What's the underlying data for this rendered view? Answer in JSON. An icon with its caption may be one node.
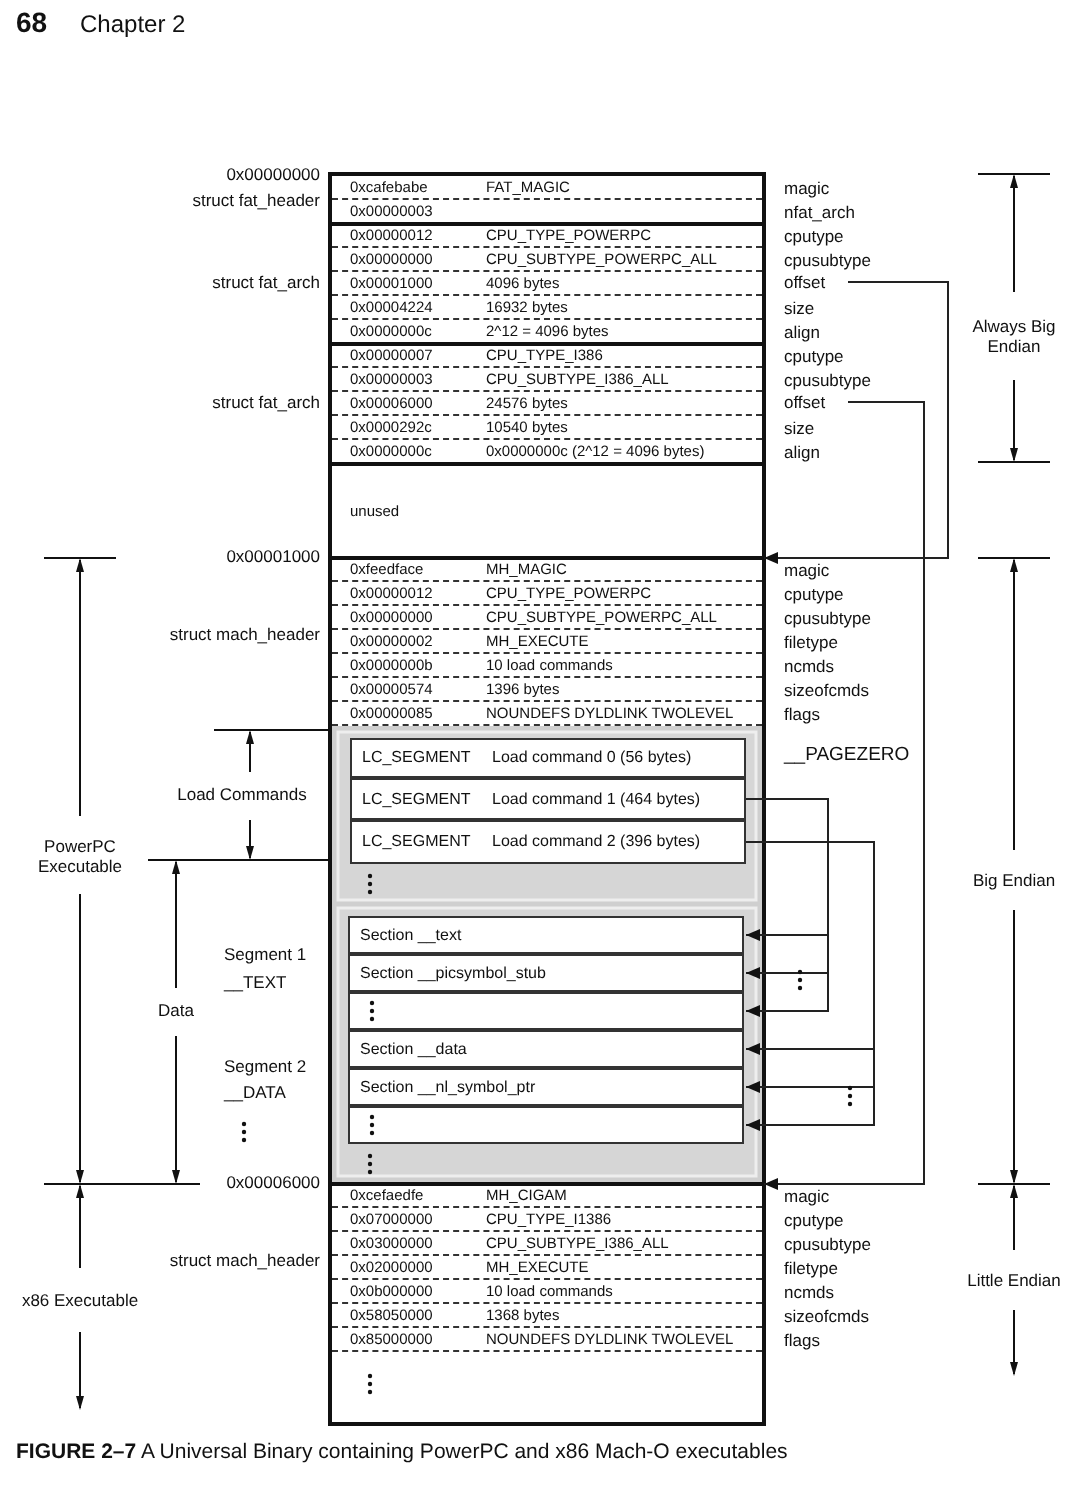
{
  "diagram": {
    "caption": "**FIGURE 2–7** A Universal Binary containing PowerPC and x86 Mach-O executables",
    "nodes": [
      {
        "text": [
          "0xcafebabe",
          "FAT_MAGIC"
        ]
      },
      {
        "text": [
          "0x00000003"
        ]
      },
      {
        "text": [
          "0x00000012",
          "CPU_TYPE_POWERPC"
        ]
      },
      {
        "text": [
          "0x00000000",
          "CPU_SUBTYPE_POWERPC_ALL"
        ]
      },
      {
        "text": [
          "0x00001000",
          "4096 bytes"
        ]
      },
      {
        "text": [
          "0x00004224",
          "16932 bytes"
        ]
      },
      {
        "text": [
          "0x0000000c",
          "2^12 = 4096 bytes"
        ]
      },
      {
        "text": [
          "0x00000007",
          "CPU_TYPE_I386"
        ]
      },
      {
        "text": [
          "0x00000003",
          "CPU_SUBTYPE_I386_ALL"
        ]
      },
      {
        "text": [
          "0x00006000",
          "24576 bytes"
        ]
      },
      {
        "text": [
          "0x0000292c",
          "10540 bytes"
        ]
      },
      {
        "text": [
          "0x0000000c",
          "0x0000000c (2^12 = 4096 bytes)"
        ]
      },
      {
        "text": [
          "unused"
        ]
      },
      {
        "text": [
          "0xfeedface",
          "MH_MAGIC"
        ]
      },
      {
        "text": [
          "0x00000012",
          "CPU_TYPE_POWERPC"
        ]
      },
      {
        "text": [
          "0x00000000",
          "CPU_SUBTYPE_POWERPC_ALL"
        ]
      },
      {
        "text": [
          "0x00000002",
          "MH_EXECUTE"
        ]
      },
      {
        "text": [
          "0x0000000b",
          "10 load commands"
        ]
      },
      {
        "text": [
          "0x00000574",
          "1396 bytes"
        ]
      },
      {
        "text": [
          "0x00000085",
          "NOUNDEFS DYLDLINK TWOLEVEL"
        ]
      },
      {
        "text": [
          "LC_SEGMENT",
          "Load command 0 (56 bytes)"
        ],
        "beside": [
          "__PAGEZERO"
        ]
      },
      {
        "text": [
          "LC_SEGMENT",
          "Load command 1 (464 bytes)"
        ]
      },
      {
        "text": [
          "LC_SEGMENT",
          "Load command 2 (396 bytes)"
        ]
      },
      {
        "text": [
          "Section __text"
        ]
      },
      {
        "text": [
          "Section __picsymbol_stub"
        ]
      },
      {
        "text": [],
        "shape": "box"
      },
      {
        "text": [
          "Section __data"
        ]
      },
      {
        "text": [
          "Section __nl_symbol_ptr"
        ]
      },
      {
        "text": [],
        "shape": "box"
      },
      {
        "text": [
          "0xcefaedfe",
          "MH_CIGAM"
        ]
      },
      {
        "text": [
          "0x07000000",
          "CPU_TYPE_I1386"
        ]
      },
      {
        "text": [
          "0x03000000",
          "CPU_SUBTYPE_I386_ALL"
        ]
      },
      {
        "text": [
          "0x02000000",
          "MH_EXECUTE"
        ]
      },
      {
        "text": [
          "0x0b000000",
          "10 load commands"
        ]
      },
      {
        "text": [
          "0x58050000",
          "1368 bytes"
        ]
      },
      {
        "text": [
          "0x85000000",
          "NOUNDEFS DYLDLINK TWOLEVEL"
        ]
      },
      {
        "text": [
          "offset"
        ]
      },
      {
        "text": [
          "offset"
        ]
      }
    ],
    "edges": [
      {
        "from": 36,
        "to": 13,
        "arrow": "to"
      },
      {
        "from": 37,
        "to": 29,
        "arrow": "to"
      },
      {
        "from": 21,
        "to": 23,
        "arrow": "to"
      },
      {
        "from": 21,
        "to": 24,
        "arrow": "to"
      },
      {
        "from": 21,
        "to": 25,
        "arrow": "to"
      },
      {
        "from": 22,
        "to": 26,
        "arrow": "to"
      },
      {
        "from": 22,
        "to": 27,
        "arrow": "to"
      },
      {
        "from": 22,
        "to": 28,
        "arrow": "to"
      }
    ],
    "labels": [
      "68",
      "Chapter 2",
      "0x00000000",
      "struct fat_header",
      "struct fat_arch",
      "struct fat_arch",
      "Always Big Endian",
      "0x00001000",
      "struct mach_header",
      "Load Commands",
      "PowerPC Executable",
      "Big Endian",
      "Segment 1",
      "__TEXT",
      "Data",
      "Segment 2",
      "__DATA",
      "0x00006000",
      "struct mach_header",
      "x86 Executable",
      "Little Endian",
      "magic",
      "nfat_arch",
      "cputype",
      "cpusubtype",
      "size",
      "align",
      "cputype",
      "cpusubtype",
      "size",
      "align",
      "magic",
      "cputype",
      "cpusubtype",
      "filetype",
      "ncmds",
      "sizeofcmds",
      "flags",
      "magic",
      "cputype",
      "cpusubtype",
      "filetype",
      "ncmds",
      "sizeofcmds",
      "flags"
    ]
  }
}
